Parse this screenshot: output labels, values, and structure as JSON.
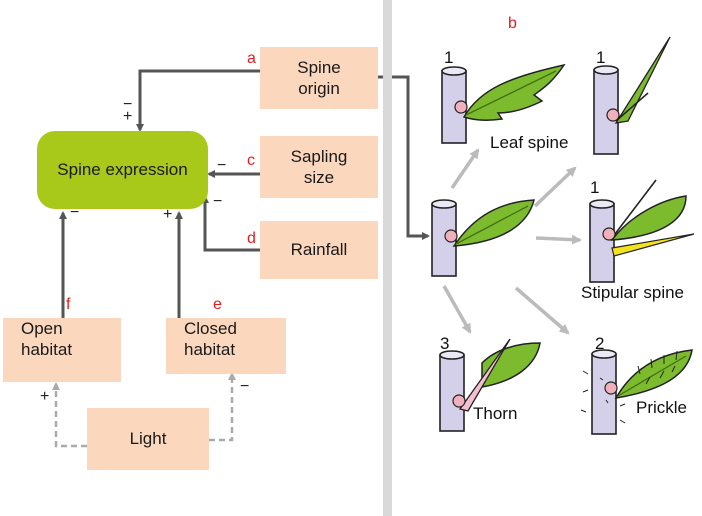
{
  "panel_a": {
    "node_labels": {
      "a": "a",
      "c": "c",
      "d": "d",
      "e": "e",
      "f": "f"
    },
    "spine_expression": "Spine expression",
    "spine_origin_line1": "Spine",
    "spine_origin_line2": "origin",
    "sapling_line1": "Sapling",
    "sapling_line2": "size",
    "rainfall": "Rainfall",
    "open_line1": "Open",
    "open_line2": "habitat",
    "closed_line1": "Closed",
    "closed_line2": "habitat",
    "light": "Light",
    "signs": {
      "origin_minus": "−",
      "origin_plus": "+",
      "sapling": "−",
      "rainfall": "−",
      "open": "−",
      "closed": "+",
      "light_open": "+",
      "light_closed": "−"
    }
  },
  "panel_b": {
    "label": "b",
    "numbers": {
      "leaf": "1",
      "stipular_top": "1",
      "stipular": "1",
      "thorn": "3",
      "prickle": "2"
    },
    "names": {
      "leaf_spine": "Leaf spine",
      "stipular_spine": "Stipular spine",
      "thorn": "Thorn",
      "prickle": "Prickle"
    }
  },
  "colors": {
    "box_fill": "#fbd7bd",
    "spine_expression_fill": "#a8c81a",
    "label_red": "#e21d1d",
    "arrow_dark": "#555555",
    "arrow_light": "#bbbbbb",
    "stem_fill": "#d5d0ea",
    "leaf_green": "#7dbb2e"
  }
}
